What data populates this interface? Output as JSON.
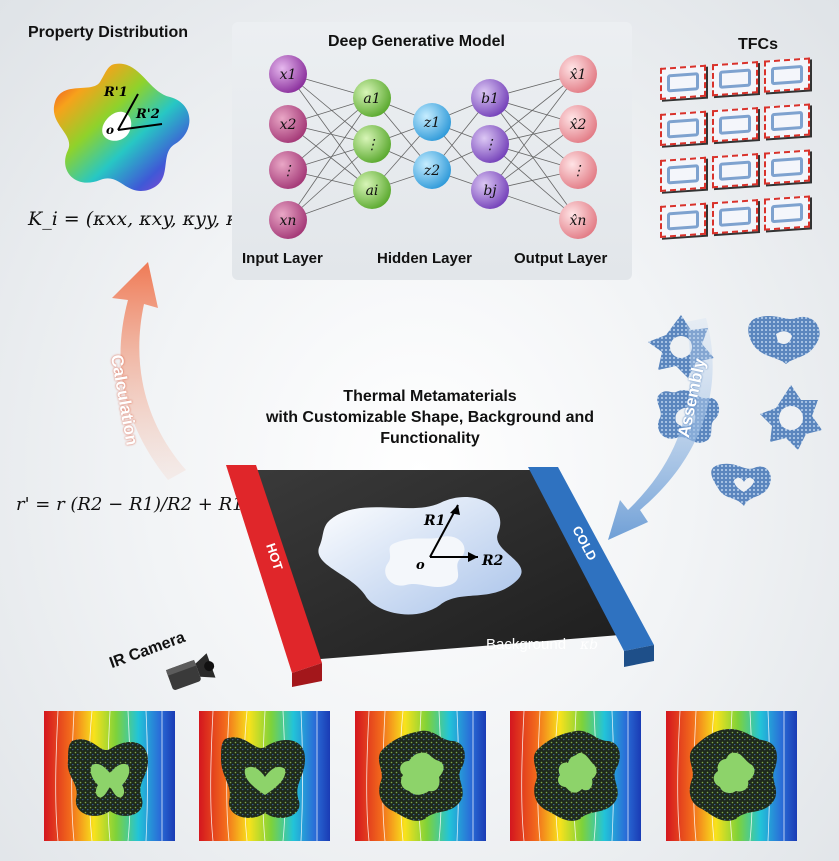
{
  "titles": {
    "property_distribution": "Property Distribution",
    "generative_model": "Deep Generative Model",
    "tfcs": "TFCs",
    "center": [
      "Thermal Metamaterials",
      "with Customizable Shape, Background and",
      "Functionality"
    ]
  },
  "nn": {
    "input_nodes": [
      "x1",
      "x2",
      "⋮",
      "xn"
    ],
    "hidden_a": [
      "a1",
      "⋮",
      "ai"
    ],
    "hidden_z": [
      "z1",
      "z2"
    ],
    "hidden_b": [
      "b1",
      "⋮",
      "bj"
    ],
    "output_nodes": [
      "x̂1",
      "x̂2",
      "⋮",
      "x̂n"
    ],
    "labels": {
      "input": "Input Layer",
      "hidden": "Hidden Layer",
      "output": "Output Layer"
    }
  },
  "formulas": {
    "kappa": "K_i = (κxx, κxy, κyy, κb)",
    "mapping": "r' = r (R2 − R1)/R2 + R1"
  },
  "arrows": {
    "left": "Calculation",
    "right": "Assembly"
  },
  "plate": {
    "hot": "HOT",
    "cold": "COLD",
    "background": "Background",
    "kappa_b": "κb"
  },
  "shape_labels": {
    "r_prime_1": "R'1",
    "r_prime_2": "R'2",
    "origin": "o",
    "r1": "R1",
    "r2": "R2"
  },
  "camera_label": "IR Camera",
  "colors": {
    "hot": "#e0262a",
    "cold": "#2f72c0",
    "plate": "#2a2a2a",
    "arrow_red": "#f08a6a",
    "arrow_blue": "#8fb1da"
  }
}
